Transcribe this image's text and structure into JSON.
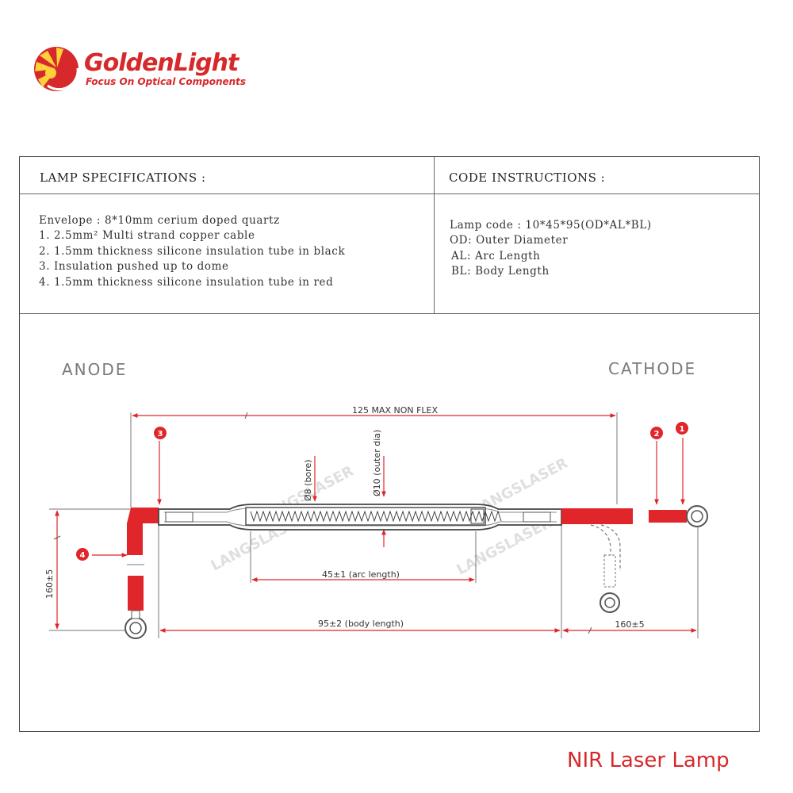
{
  "brand": {
    "name": "GoldenLight",
    "tagline": "Focus On Optical Components"
  },
  "spec": {
    "lamp_header": "LAMP SPECIFICATIONS :",
    "lamp_lines": [
      "Envelope : 8*10mm cerium doped quartz",
      "1. 2.5mm² Multi strand copper cable",
      "2. 1.5mm thickness silicone insulation tube in  black",
      "3. Insulation pushed up to dome",
      "4. 1.5mm thickness silicone insulation tube in red"
    ],
    "code_header": "CODE INSTRUCTIONS :",
    "code_lines": [
      "Lamp code : 10*45*95(OD*AL*BL)",
      "OD: Outer Diameter",
      "AL: Arc Length",
      "BL: Body Length"
    ]
  },
  "diagram": {
    "anode": "ANODE",
    "cathode": "CATHODE",
    "dim_total": "125 MAX NON FLEX",
    "dim_bore": "Ø8 (bore)",
    "dim_outer": "Ø10 (outer dia)",
    "dim_arc": "45±1 (arc length)",
    "dim_body": "95±2 (body length)",
    "dim_lead_left": "160±5",
    "dim_lead_right": "160±5",
    "callouts": [
      "1",
      "2",
      "3",
      "4"
    ],
    "watermark": "LANGSLASER",
    "accent_color": "#e0262b"
  },
  "caption": "NIR Laser Lamp"
}
